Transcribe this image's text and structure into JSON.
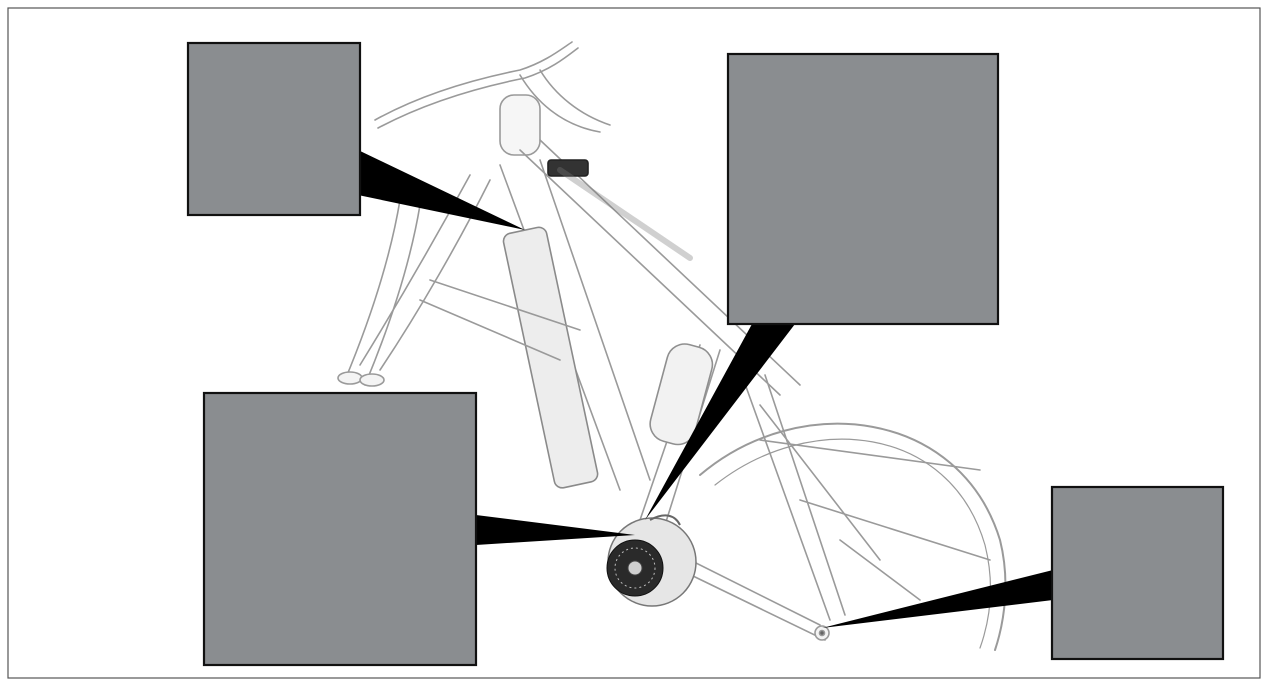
{
  "diagram": {
    "subject": "e-bike-frame-exploded-view",
    "callouts": [
      {
        "id": "battery-mount",
        "icon": "mounting-bracket-icon"
      },
      {
        "id": "motor-connector",
        "icon": "cable-connector-icon"
      },
      {
        "id": "drive-unit",
        "icon": "motor-icon"
      },
      {
        "id": "rear-dropout-sensor",
        "icon": "sensor-icon"
      }
    ],
    "colors": {
      "frame_stroke": "#9a9a9a",
      "cable_magenta": "#c0428a",
      "cable_teal": "#7fb8a8",
      "leader_fill": "#000000",
      "frame_border": "#555555"
    }
  }
}
